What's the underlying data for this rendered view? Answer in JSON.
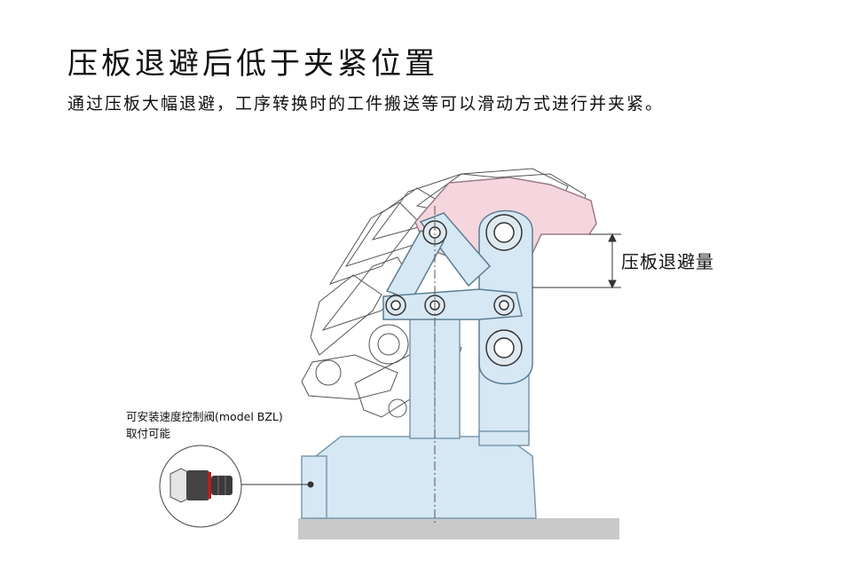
{
  "header": {
    "title": "压板退避后低于夹紧位置",
    "subtitle": "通过压板大幅退避，工序转换时的工件搬送等可以滑动方式进行并夹紧。"
  },
  "diagram": {
    "retract_amount_label": "压板退避量",
    "valve_note_line1": "可安装速度控制阀(model BZL)",
    "valve_note_line2": "取付可能"
  },
  "colors": {
    "clamp_body": "#d6e8f4",
    "clamp_outline": "#7a99ad",
    "lever_retracted": "#f5d6df",
    "base_plate": "#c9c9c9",
    "line": "#222222"
  }
}
